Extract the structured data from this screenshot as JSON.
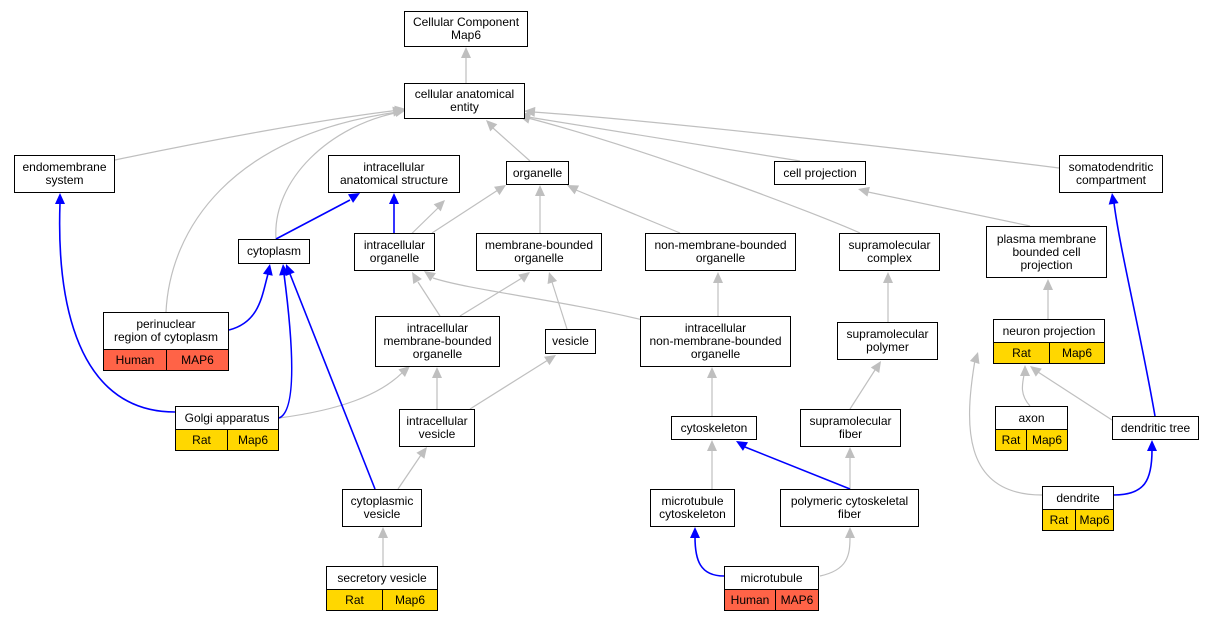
{
  "colors": {
    "is_a_edge": "#BFBFBF",
    "part_of_edge": "#0000FF",
    "tag_rat": "#FFD700",
    "tag_human": "#FF6347"
  },
  "nodes": {
    "cellular_component": {
      "label": "Cellular Component\nMap6"
    },
    "cellular_anatomical_entity": {
      "label": "cellular anatomical\nentity"
    },
    "endomembrane_system": {
      "label": "endomembrane\nsystem"
    },
    "intracellular_anatomical_structure": {
      "label": "intracellular\nanatomical structure"
    },
    "organelle": {
      "label": "organelle"
    },
    "cell_projection": {
      "label": "cell projection"
    },
    "somatodendritic_compartment": {
      "label": "somatodendritic\ncompartment"
    },
    "cytoplasm": {
      "label": "cytoplasm"
    },
    "intracellular_organelle": {
      "label": "intracellular\norganelle"
    },
    "membrane_bounded_organelle": {
      "label": "membrane-bounded\norganelle"
    },
    "non_membrane_bounded_organelle": {
      "label": "non-membrane-bounded\norganelle"
    },
    "supramolecular_complex": {
      "label": "supramolecular\ncomplex"
    },
    "plasma_membrane_bounded_cell_projection": {
      "label": "plasma membrane\nbounded cell\nprojection"
    },
    "perinuclear_region": {
      "label": "perinuclear\nregion of cytoplasm",
      "tags": [
        "Human",
        "MAP6"
      ]
    },
    "intracellular_membrane_bounded_organelle": {
      "label": "intracellular\nmembrane-bounded\norganelle"
    },
    "vesicle": {
      "label": "vesicle"
    },
    "intracellular_non_membrane_bounded_organelle": {
      "label": "intracellular\nnon-membrane-bounded\norganelle"
    },
    "supramolecular_polymer": {
      "label": "supramolecular\npolymer"
    },
    "neuron_projection": {
      "label": "neuron projection",
      "tags": [
        "Rat",
        "Map6"
      ]
    },
    "golgi_apparatus": {
      "label": "Golgi apparatus",
      "tags": [
        "Rat",
        "Map6"
      ]
    },
    "intracellular_vesicle": {
      "label": "intracellular\nvesicle"
    },
    "axon": {
      "label": "axon",
      "tags": [
        "Rat",
        "Map6"
      ]
    },
    "cytoskeleton": {
      "label": "cytoskeleton"
    },
    "supramolecular_fiber": {
      "label": "supramolecular\nfiber"
    },
    "dendritic_tree": {
      "label": "dendritic tree"
    },
    "cytoplasmic_vesicle": {
      "label": "cytoplasmic\nvesicle"
    },
    "microtubule_cytoskeleton": {
      "label": "microtubule\ncytoskeleton"
    },
    "polymeric_cytoskeletal_fiber": {
      "label": "polymeric cytoskeletal\nfiber"
    },
    "dendrite": {
      "label": "dendrite",
      "tags": [
        "Rat",
        "Map6"
      ]
    },
    "secretory_vesicle": {
      "label": "secretory vesicle",
      "tags": [
        "Rat",
        "Map6"
      ]
    },
    "microtubule": {
      "label": "microtubule",
      "tags": [
        "Human",
        "MAP6"
      ]
    }
  }
}
